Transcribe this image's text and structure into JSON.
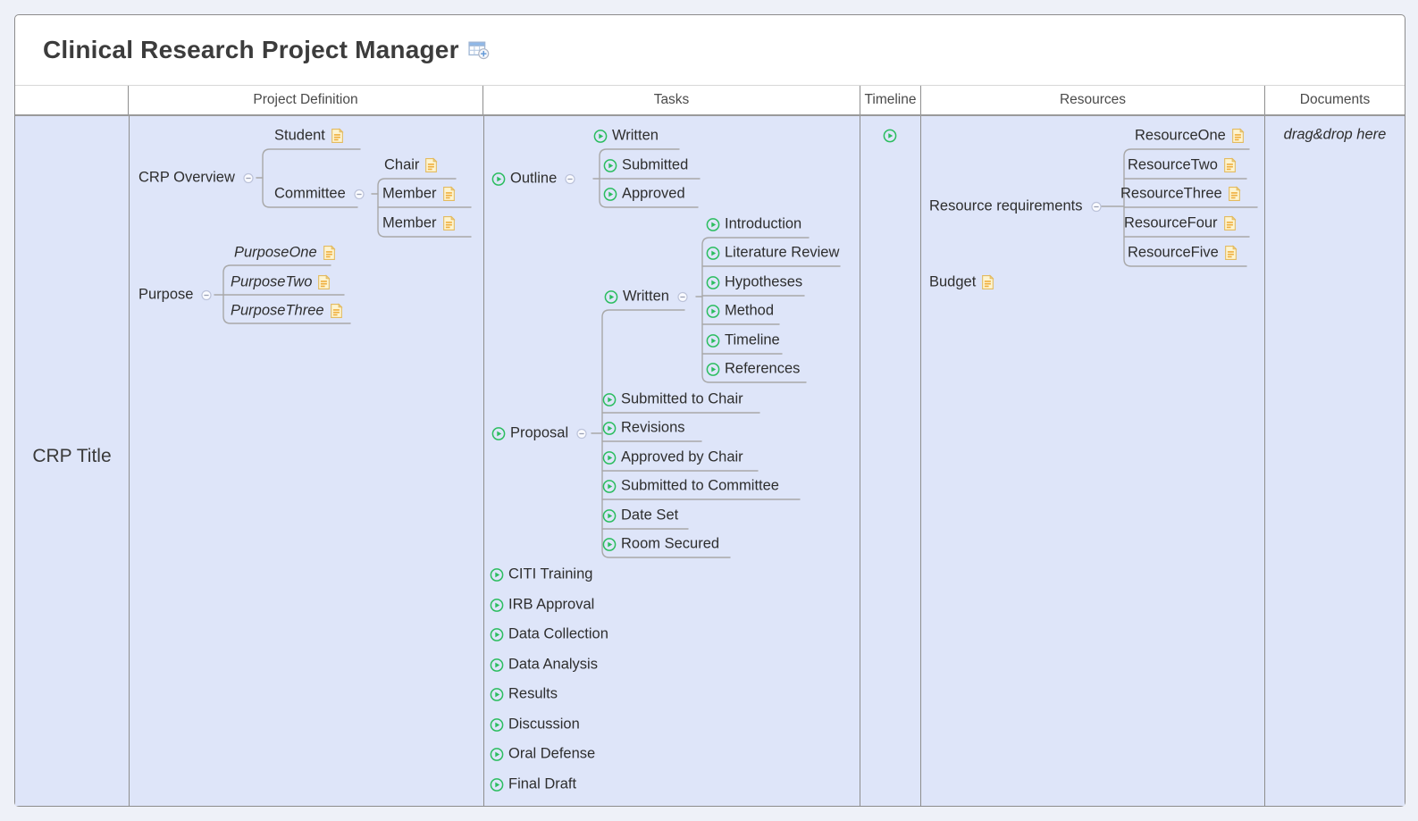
{
  "title": "Clinical Research Project Manager",
  "icons": {
    "add_table_icon": "table-with-plus",
    "task_status_icon": "green-play-circle",
    "collapse_icon": "minus-circle",
    "document_icon": "yellow-note"
  },
  "colors": {
    "task_green": "#2bbd5f",
    "doc_border": "#e3ba5f",
    "doc_fill": "#fdf4d0",
    "doc_lines": "#efae3d",
    "cell_bg": "#dee5f9",
    "connector_gray": "#a8a8a8"
  },
  "columns": {
    "row_header": "",
    "project_definition": "Project Definition",
    "tasks": "Tasks",
    "timeline": "Timeline",
    "resources": "Resources",
    "documents": "Documents"
  },
  "row": {
    "title": "CRP Title"
  },
  "project_definition": {
    "crp_overview": "CRP Overview",
    "student": "Student",
    "committee": "Committee",
    "chair": "Chair",
    "member_one": "Member",
    "member_two": "Member",
    "purpose": "Purpose",
    "purpose_one": "PurposeOne",
    "purpose_two": "PurposeTwo",
    "purpose_three": "PurposeThree"
  },
  "tasks": {
    "outline": "Outline",
    "outline_written": "Written",
    "outline_submitted": "Submitted",
    "outline_approved": "Approved",
    "proposal": "Proposal",
    "proposal_written": "Written",
    "introduction": "Introduction",
    "literature_review": "Literature Review",
    "hypotheses": "Hypotheses",
    "method": "Method",
    "timeline": "Timeline",
    "references": "References",
    "submitted_to_chair": "Submitted to Chair",
    "revisions": "Revisions",
    "approved_by_chair": "Approved by Chair",
    "submitted_to_committee": "Submitted to Committee",
    "date_set": "Date Set",
    "room_secured": "Room Secured",
    "citi_training": "CITI Training",
    "irb_approval": "IRB Approval",
    "data_collection": "Data Collection",
    "data_analysis": "Data Analysis",
    "results": "Results",
    "discussion": "Discussion",
    "oral_defense": "Oral Defense",
    "final_draft": "Final Draft"
  },
  "resources": {
    "resource_requirements": "Resource requirements",
    "resource_one": "ResourceOne",
    "resource_two": "ResourceTwo",
    "resource_three": "ResourceThree",
    "resource_four": "ResourceFour",
    "resource_five": "ResourceFive",
    "budget": "Budget"
  },
  "documents": {
    "dropzone_hint": "drag&drop here"
  }
}
